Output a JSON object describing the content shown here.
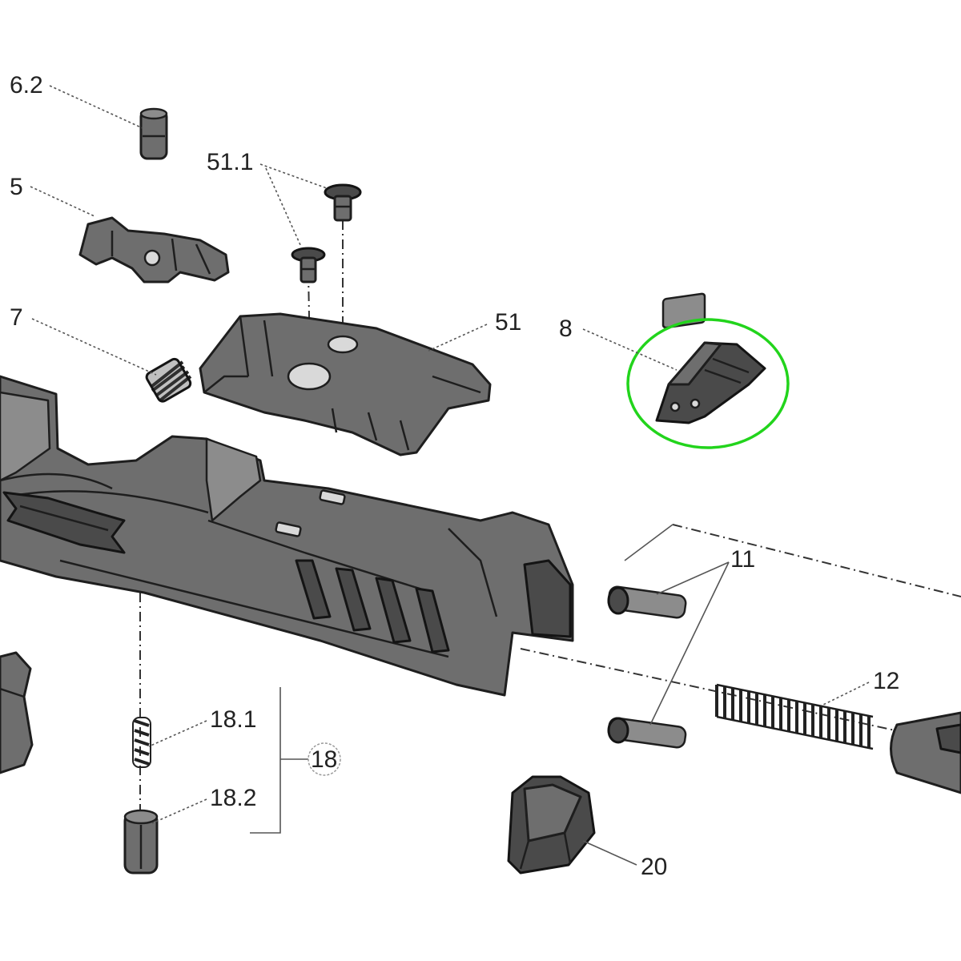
{
  "labels": {
    "l_6_2": "6.2",
    "l_5": "5",
    "l_51_1": "51.1",
    "l_7": "7",
    "l_51": "51",
    "l_8": "8",
    "l_11": "11",
    "l_12": "12",
    "l_18_1": "18.1",
    "l_18": "18",
    "l_18_2": "18.2",
    "l_20": "20"
  },
  "highlight": {
    "part": "8",
    "color": "#22d41c"
  },
  "colors": {
    "part_fill": "#6e6e6e",
    "outline": "#1e1e1e",
    "background": "#ffffff"
  }
}
